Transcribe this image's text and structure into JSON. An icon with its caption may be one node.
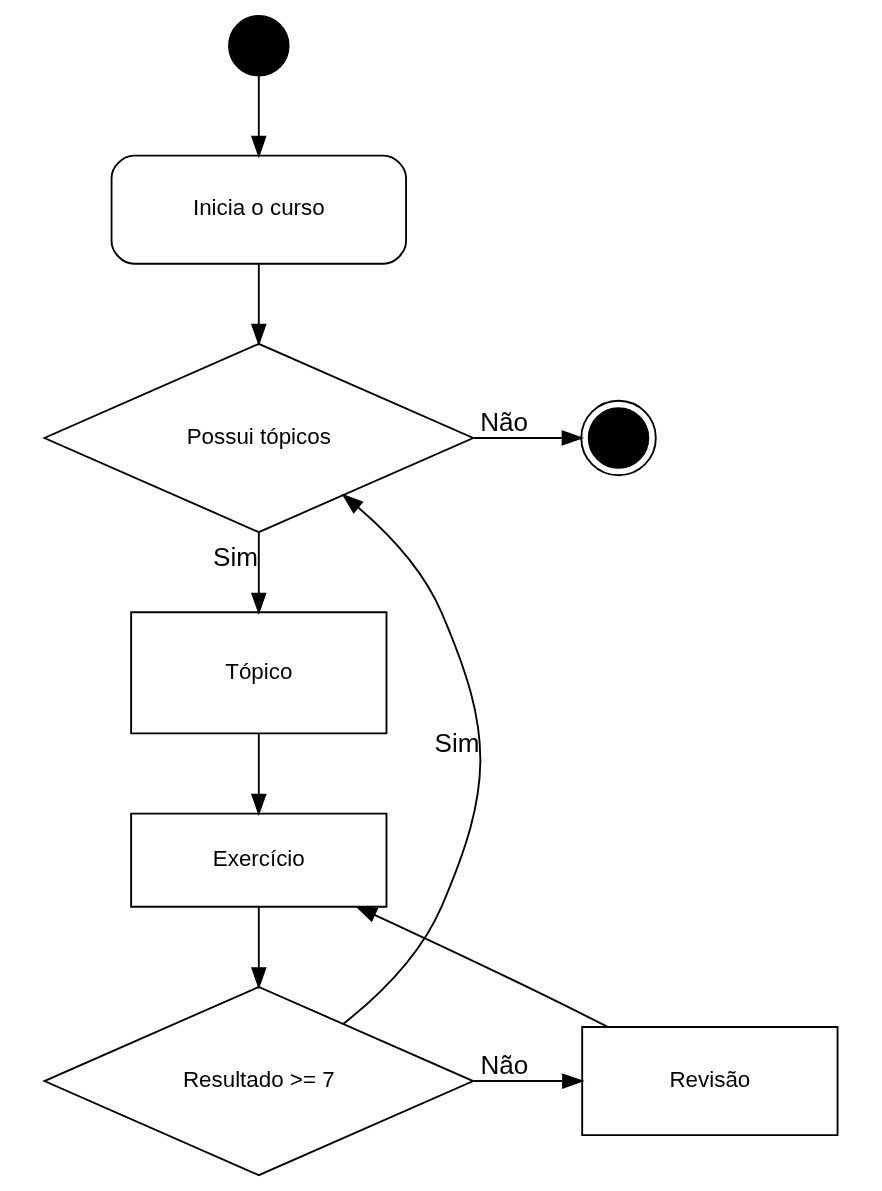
{
  "diagram": {
    "nodes": [
      {
        "text": [],
        "shape": "circle"
      },
      {
        "text": [
          "Inicia o curso"
        ]
      },
      {
        "text": [
          "Possui tópicos"
        ]
      },
      {
        "text": [],
        "shape": "circle"
      },
      {
        "text": [
          "Tópico"
        ]
      },
      {
        "text": [
          "Exercício"
        ]
      },
      {
        "text": [
          "Resultado >= 7"
        ]
      },
      {
        "text": [
          "Revisão"
        ]
      }
    ],
    "edges": [
      {
        "from": 0,
        "to": 1,
        "arrow": "to"
      },
      {
        "from": 1,
        "to": 2,
        "arrow": "to"
      },
      {
        "from": 2,
        "to": 3,
        "arrow": "to",
        "label": "Não"
      },
      {
        "from": 2,
        "to": 4,
        "arrow": "to",
        "label": "Sim"
      },
      {
        "from": 4,
        "to": 5,
        "arrow": "to"
      },
      {
        "from": 5,
        "to": 6,
        "arrow": "to"
      },
      {
        "from": 6,
        "to": 7,
        "arrow": "to",
        "label": "Não"
      },
      {
        "from": 7,
        "to": 5,
        "arrow": "to"
      },
      {
        "from": 6,
        "to": 2,
        "arrow": "to",
        "label": "Sim"
      }
    ]
  }
}
